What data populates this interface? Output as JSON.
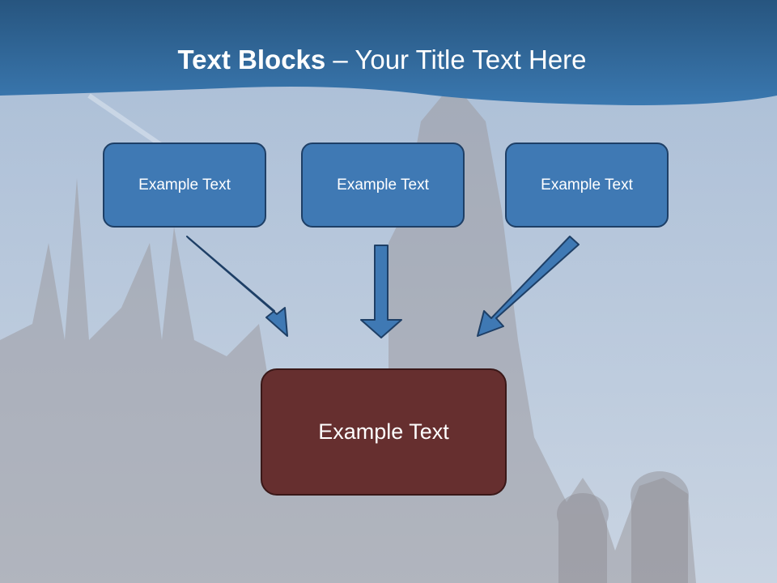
{
  "title": {
    "bold": "Text Blocks",
    "separator": " – ",
    "rest": "Your Title Text Here"
  },
  "blocks": [
    {
      "label": "Example Text"
    },
    {
      "label": "Example Text"
    },
    {
      "label": "Example Text"
    }
  ],
  "target": {
    "label": "Example Text"
  },
  "colors": {
    "header": "#2f6aa3",
    "block_fill": "#3f79b4",
    "block_border": "#1e3f66",
    "target_fill": "#662f2f",
    "arrow_fill": "#3f79b4"
  }
}
